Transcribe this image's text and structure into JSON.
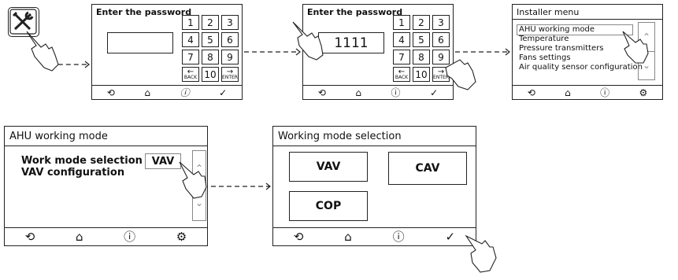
{
  "screen1": {
    "title": "Enter the password",
    "keys": [
      "1",
      "2",
      "3",
      "4",
      "5",
      "6",
      "7",
      "8",
      "9",
      "10"
    ],
    "back_label": "BACK",
    "enter_label": "ENTER"
  },
  "screen2": {
    "title": "Enter the password",
    "password_value": "1111",
    "keys": [
      "1",
      "2",
      "3",
      "4",
      "5",
      "6",
      "7",
      "8",
      "9",
      "10"
    ],
    "back_label": "BACK",
    "enter_label": "ENTER"
  },
  "screen3": {
    "title": "Installer menu",
    "items": [
      "AHU working mode",
      "Temperature",
      "Pressure transmitters",
      "Fans settings",
      "Air quality sensor configuration"
    ]
  },
  "screen4": {
    "title": "AHU working mode",
    "work_mode_label": "Work mode selection",
    "vav_config_label": "VAV configuration",
    "mode_value": "VAV"
  },
  "screen5": {
    "title": "Working mode selection",
    "options": [
      "VAV",
      "CAV",
      "COP"
    ]
  },
  "icons": {
    "bottom_bar": [
      "back-icon",
      "home-icon",
      "info-icon",
      "confirm-icon",
      "settings-icon"
    ],
    "tool": "tools-icon",
    "hand": "pointing-hand-icon"
  }
}
